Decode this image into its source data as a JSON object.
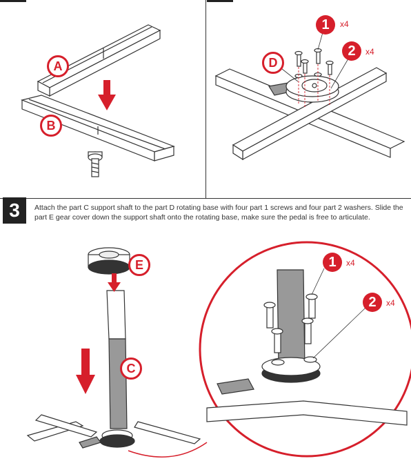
{
  "step3": {
    "number": "3",
    "instruction": "Attach the part C support shaft to the part D rotating base with four part 1 screws and four part 2 washers. Slide the part E gear cover down the support shaft onto the rotating base, make sure the pedal is free to articulate."
  },
  "labels": {
    "A": "A",
    "B": "B",
    "C": "C",
    "D": "D",
    "E": "E",
    "part1": "1",
    "part2": "2",
    "qty": "x4"
  },
  "colors": {
    "accent": "#d61f2b",
    "line": "#333333"
  }
}
